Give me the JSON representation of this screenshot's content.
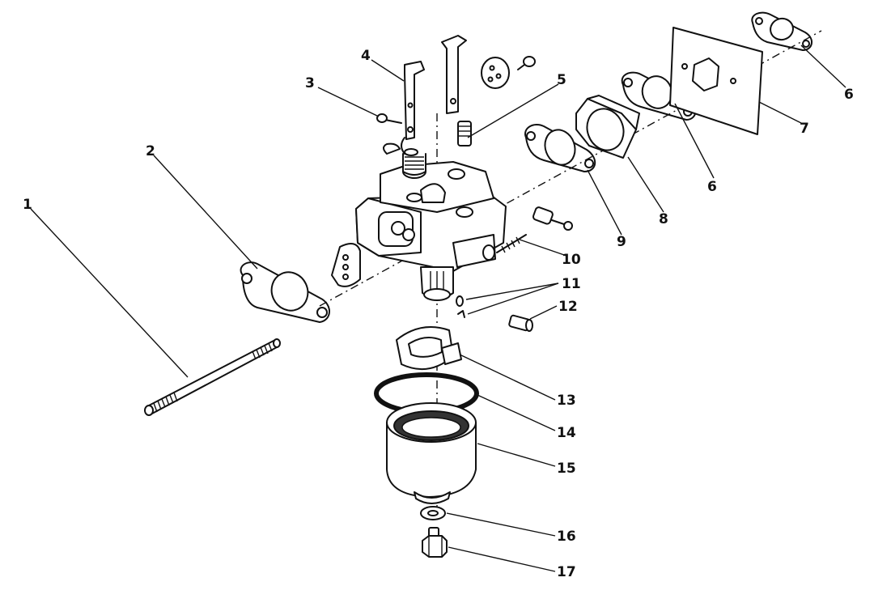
{
  "diagram": {
    "kind": "exploded parts view",
    "labels": [
      {
        "id": "1",
        "text": "1"
      },
      {
        "id": "2",
        "text": "2"
      },
      {
        "id": "3",
        "text": "3"
      },
      {
        "id": "4",
        "text": "4"
      },
      {
        "id": "5",
        "text": "5"
      },
      {
        "id": "6a",
        "text": "6"
      },
      {
        "id": "6b",
        "text": "6"
      },
      {
        "id": "7",
        "text": "7"
      },
      {
        "id": "8",
        "text": "8"
      },
      {
        "id": "9",
        "text": "9"
      },
      {
        "id": "10",
        "text": "10"
      },
      {
        "id": "11",
        "text": "11"
      },
      {
        "id": "12",
        "text": "12"
      },
      {
        "id": "13",
        "text": "13"
      },
      {
        "id": "14",
        "text": "14"
      },
      {
        "id": "15",
        "text": "15"
      },
      {
        "id": "16",
        "text": "16"
      },
      {
        "id": "17",
        "text": "17"
      }
    ]
  }
}
